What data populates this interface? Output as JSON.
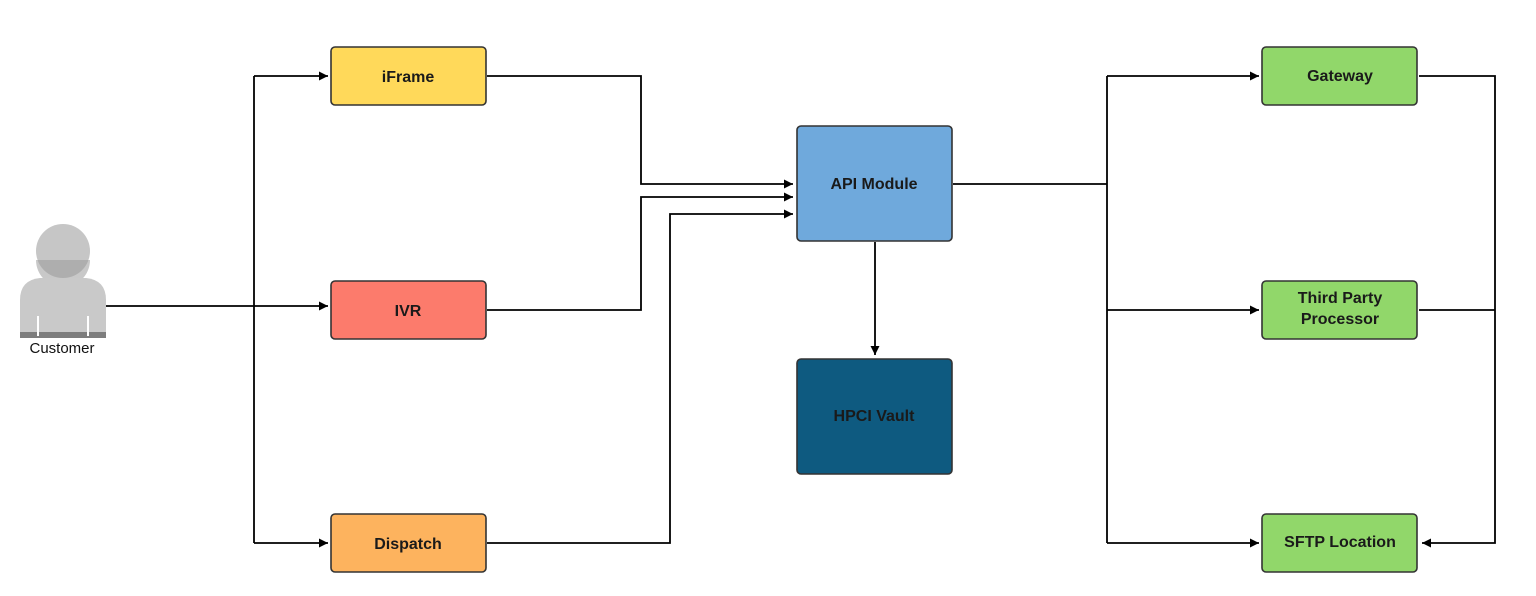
{
  "diagram": {
    "actor": {
      "label": "Customer"
    },
    "nodes": {
      "iframe": {
        "label": "iFrame",
        "color": "#ffd95a"
      },
      "ivr": {
        "label": "IVR",
        "color": "#fc7b6c"
      },
      "dispatch": {
        "label": "Dispatch",
        "color": "#fdb35e"
      },
      "api": {
        "label": "API Module",
        "color": "#6fa9dc"
      },
      "vault": {
        "label": "HPCI Vault",
        "color": "#0e5a80"
      },
      "gateway": {
        "label": "Gateway",
        "color": "#91d76a"
      },
      "third_party": {
        "label_line1": "Third Party",
        "label_line2": "Processor",
        "color": "#91d76a"
      },
      "sftp": {
        "label": "SFTP Location",
        "color": "#91d76a"
      }
    },
    "edges": [
      {
        "from": "Customer",
        "to": "iFrame"
      },
      {
        "from": "Customer",
        "to": "IVR"
      },
      {
        "from": "Customer",
        "to": "Dispatch"
      },
      {
        "from": "iFrame",
        "to": "API Module"
      },
      {
        "from": "IVR",
        "to": "API Module"
      },
      {
        "from": "Dispatch",
        "to": "API Module"
      },
      {
        "from": "API Module",
        "to": "HPCI Vault"
      },
      {
        "from": "API Module",
        "to": "Gateway"
      },
      {
        "from": "API Module",
        "to": "Third Party Processor"
      },
      {
        "from": "API Module",
        "to": "SFTP Location"
      },
      {
        "from": "Gateway",
        "to": "SFTP Location"
      },
      {
        "from": "Third Party Processor",
        "to": "SFTP Location"
      }
    ]
  }
}
